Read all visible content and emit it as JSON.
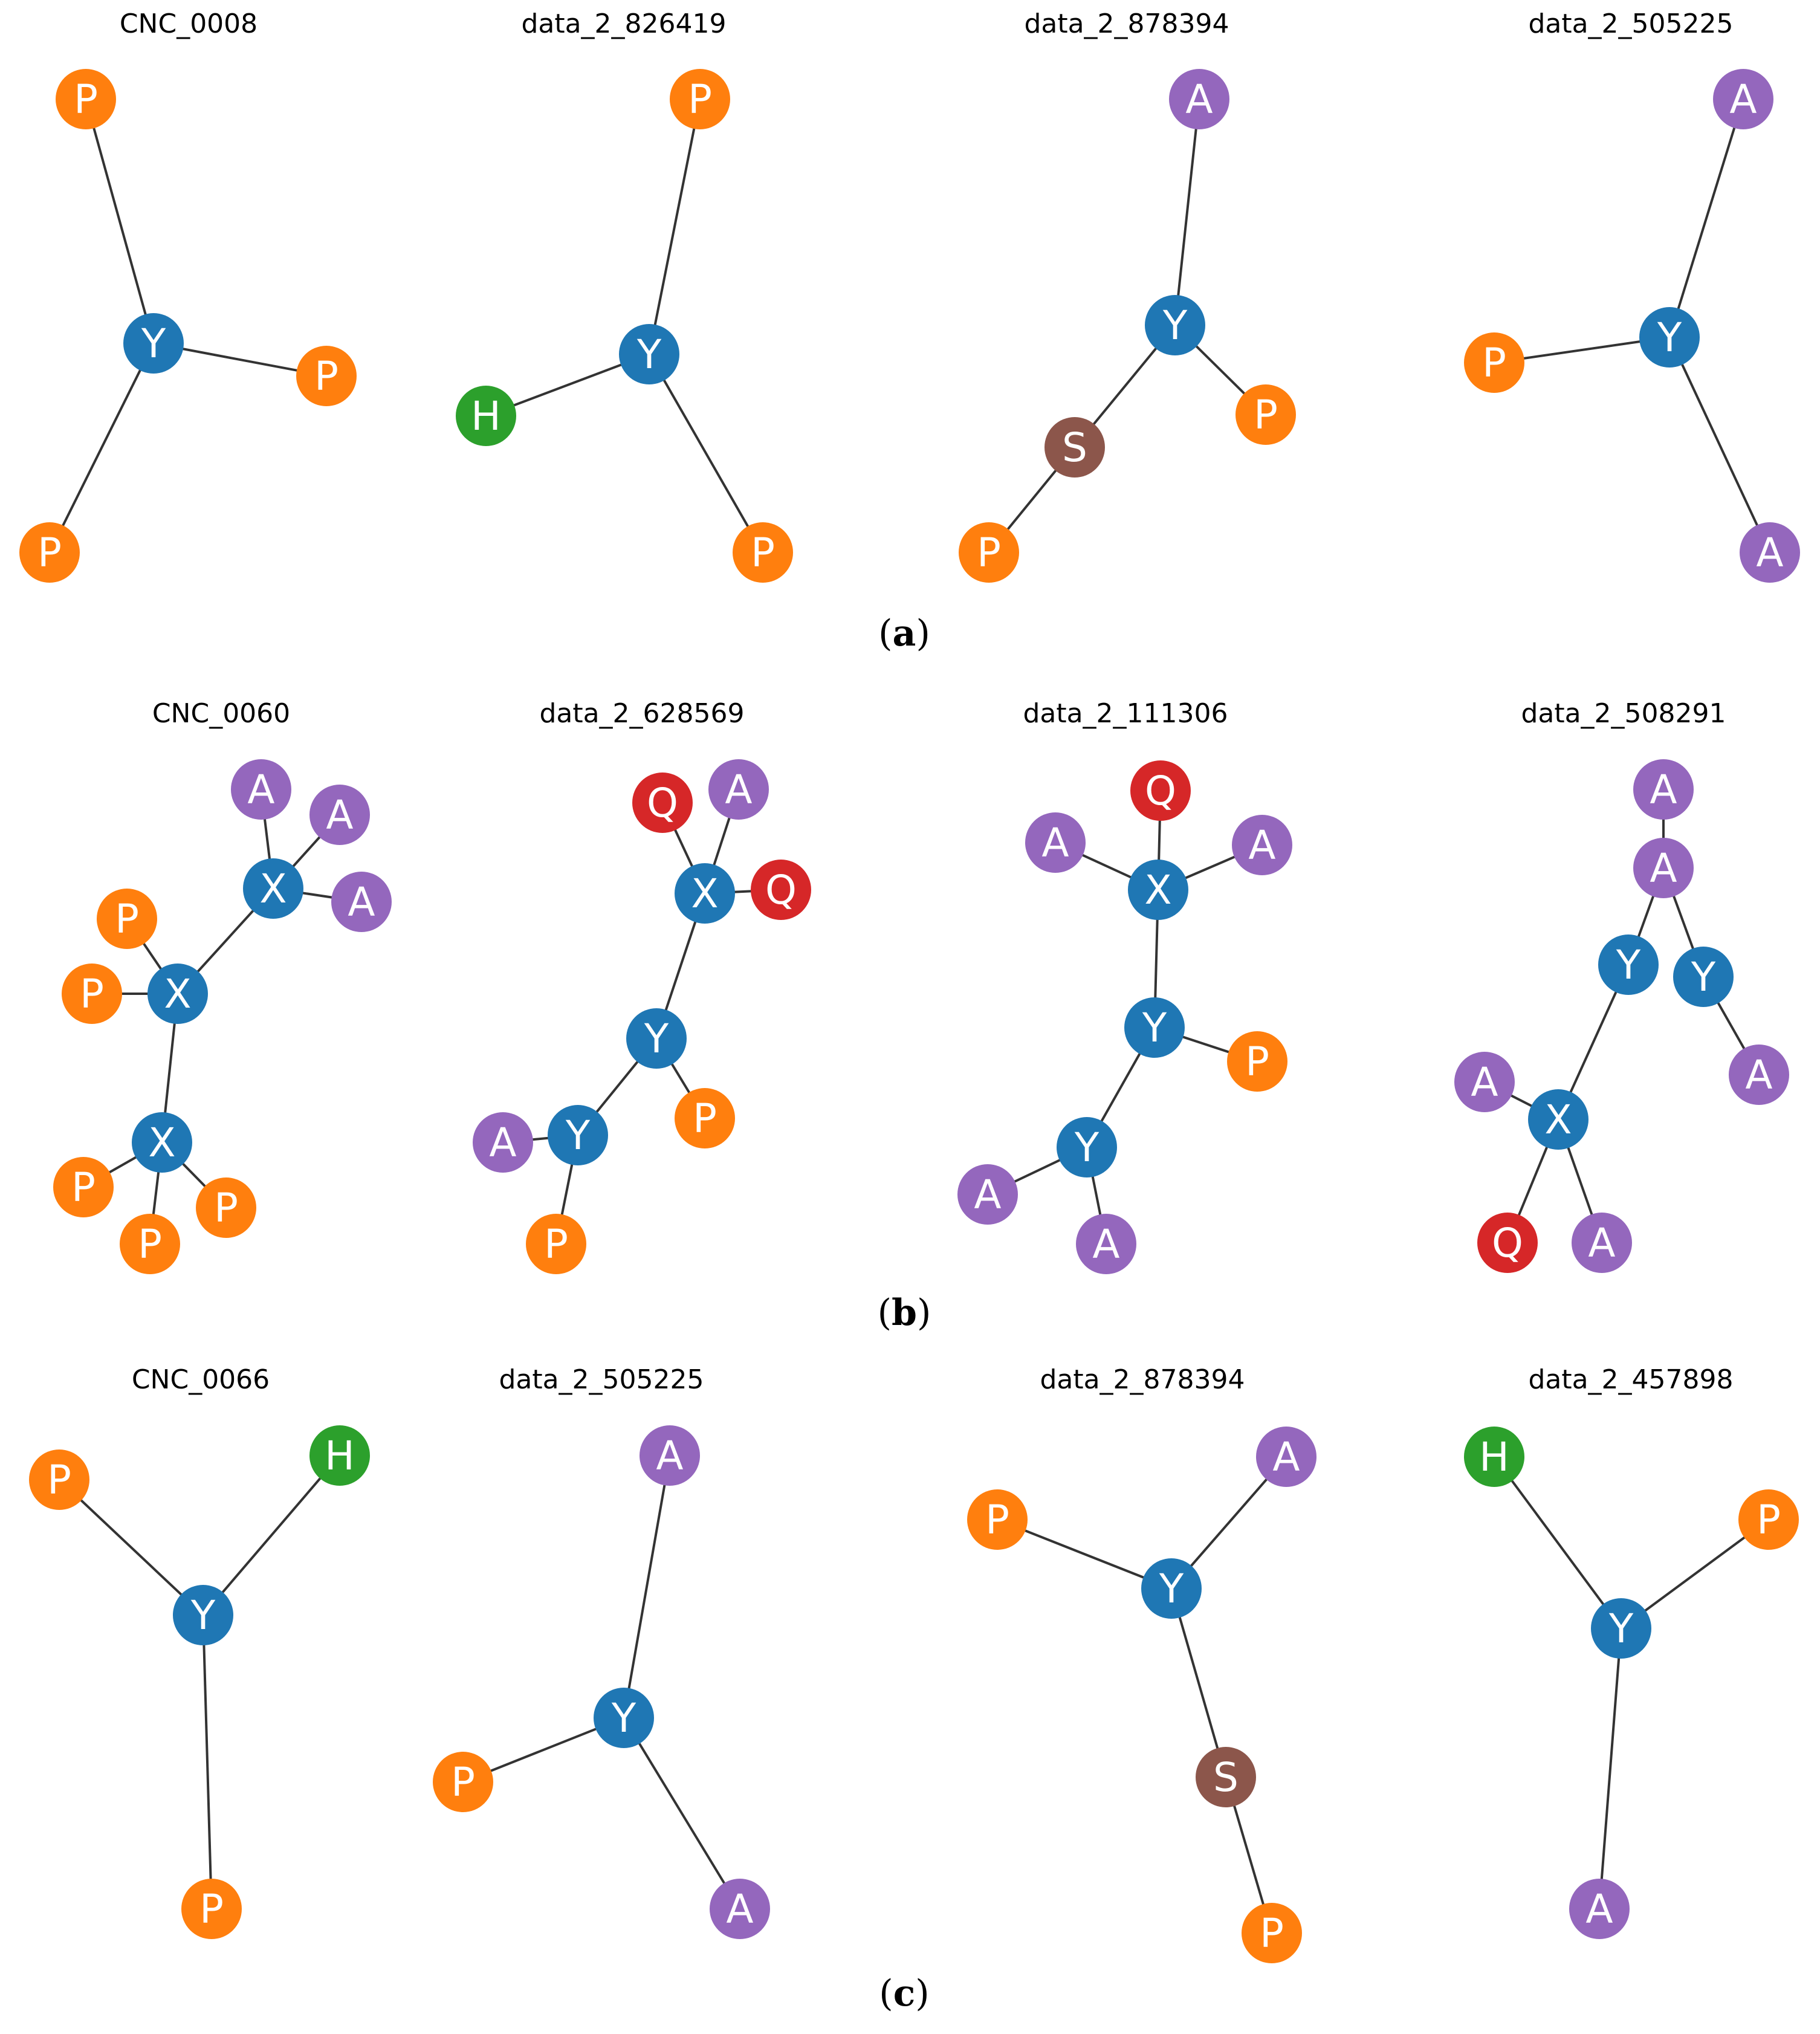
{
  "colors": {
    "A": "#9467bd",
    "P": "#ff7f0e",
    "Y": "#1f77b4",
    "X": "#1f77b4",
    "H": "#2ca02c",
    "S": "#8c564b",
    "Q": "#d62728"
  },
  "panel_labels": {
    "a": {
      "open": "(",
      "letter": "a",
      "close": ")"
    },
    "b": {
      "open": "(",
      "letter": "b",
      "close": ")"
    },
    "c": {
      "open": "(",
      "letter": "c",
      "close": ")"
    }
  },
  "graphs": [
    {
      "title": "CNC_0008",
      "nodes": [
        "Y",
        "P",
        "P",
        "P"
      ],
      "edges": [
        [
          0,
          1
        ],
        [
          0,
          2
        ],
        [
          0,
          3
        ]
      ]
    },
    {
      "title": "data_2_826419",
      "nodes": [
        "Y",
        "P",
        "H",
        "P"
      ],
      "edges": [
        [
          0,
          1
        ],
        [
          0,
          2
        ],
        [
          0,
          3
        ]
      ]
    },
    {
      "title": "data_2_878394",
      "nodes": [
        "Y",
        "A",
        "P",
        "S",
        "P"
      ],
      "edges": [
        [
          0,
          1
        ],
        [
          0,
          2
        ],
        [
          0,
          3
        ],
        [
          3,
          4
        ]
      ]
    },
    {
      "title": "data_2_505225",
      "nodes": [
        "Y",
        "A",
        "P",
        "A"
      ],
      "edges": [
        [
          0,
          1
        ],
        [
          0,
          2
        ],
        [
          0,
          3
        ]
      ]
    },
    {
      "title": "CNC_0060",
      "nodes": [
        "X",
        "A",
        "A",
        "A",
        "X",
        "P",
        "P",
        "X",
        "P",
        "P",
        "P"
      ],
      "edges": [
        [
          0,
          1
        ],
        [
          0,
          2
        ],
        [
          0,
          3
        ],
        [
          0,
          4
        ],
        [
          4,
          5
        ],
        [
          4,
          6
        ],
        [
          4,
          7
        ],
        [
          7,
          8
        ],
        [
          7,
          9
        ],
        [
          7,
          10
        ]
      ]
    },
    {
      "title": "data_2_628569",
      "nodes": [
        "X",
        "Q",
        "A",
        "Q",
        "Y",
        "P",
        "Y",
        "A",
        "P"
      ],
      "edges": [
        [
          0,
          1
        ],
        [
          0,
          2
        ],
        [
          0,
          3
        ],
        [
          0,
          4
        ],
        [
          4,
          5
        ],
        [
          4,
          6
        ],
        [
          6,
          7
        ],
        [
          6,
          8
        ]
      ]
    },
    {
      "title": "data_2_111306",
      "nodes": [
        "X",
        "Q",
        "A",
        "A",
        "Y",
        "P",
        "Y",
        "A",
        "A"
      ],
      "edges": [
        [
          0,
          1
        ],
        [
          0,
          2
        ],
        [
          0,
          3
        ],
        [
          0,
          4
        ],
        [
          4,
          5
        ],
        [
          4,
          6
        ],
        [
          6,
          7
        ],
        [
          6,
          8
        ]
      ]
    },
    {
      "title": "data_2_508291",
      "nodes": [
        "A",
        "A",
        "Y",
        "Y",
        "A",
        "X",
        "A",
        "Q",
        "A"
      ],
      "edges": [
        [
          0,
          1
        ],
        [
          1,
          2
        ],
        [
          1,
          3
        ],
        [
          3,
          4
        ],
        [
          2,
          5
        ],
        [
          5,
          6
        ],
        [
          5,
          7
        ],
        [
          5,
          8
        ]
      ]
    },
    {
      "title": "CNC_0066",
      "nodes": [
        "Y",
        "P",
        "H",
        "P"
      ],
      "edges": [
        [
          0,
          1
        ],
        [
          0,
          2
        ],
        [
          0,
          3
        ]
      ]
    },
    {
      "title": "data_2_505225",
      "nodes": [
        "Y",
        "A",
        "P",
        "A"
      ],
      "edges": [
        [
          0,
          1
        ],
        [
          0,
          2
        ],
        [
          0,
          3
        ]
      ]
    },
    {
      "title": "data_2_878394",
      "nodes": [
        "Y",
        "A",
        "P",
        "S",
        "P"
      ],
      "edges": [
        [
          0,
          1
        ],
        [
          0,
          2
        ],
        [
          0,
          3
        ],
        [
          3,
          4
        ]
      ]
    },
    {
      "title": "data_2_457898",
      "nodes": [
        "Y",
        "H",
        "P",
        "A"
      ],
      "edges": [
        [
          0,
          1
        ],
        [
          0,
          2
        ],
        [
          0,
          3
        ]
      ]
    }
  ]
}
